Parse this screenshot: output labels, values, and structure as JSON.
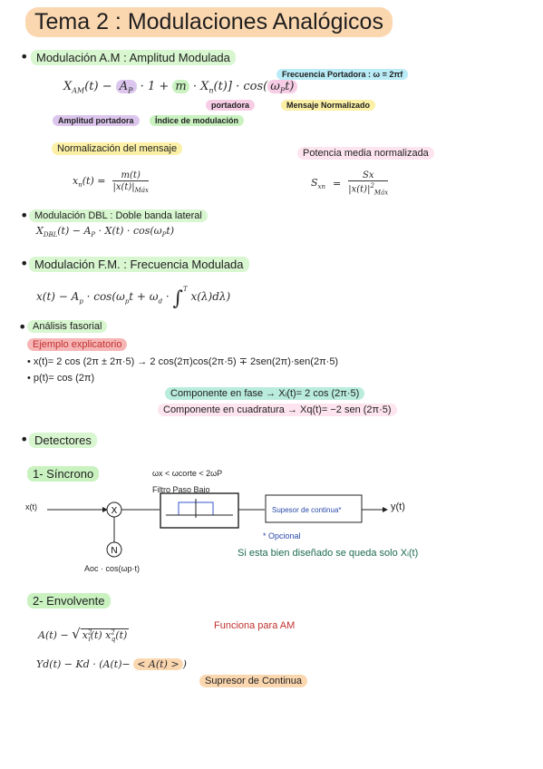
{
  "title": "Tema 2 : Modulaciones Analógicos",
  "am": {
    "heading": "Modulación A.M : Amplitud Modulada",
    "formula_a": "X",
    "formula_a_sub": "AM",
    "formula_b": "(t) − ",
    "formula_ap": "A",
    "formula_ap_sub": "P",
    "formula_c": " · 1 + ",
    "formula_m": "m",
    "formula_d": " · X",
    "formula_d_sub": "n",
    "formula_e": "(t)] · cos(",
    "formula_w": "ω",
    "formula_w_sub": "P",
    "formula_f": "t)",
    "carrier_freq_label": "Frecuencia Portadora : ω = 2πf",
    "portadora_label": "portadora",
    "mensaje_norm_label": "Mensaje Normalizado",
    "amplitud_label": "Amplitud portadora",
    "indice_label": "Índice de modulación",
    "normalizacion_label": "Normalización del mensaje",
    "norm_lhs": "x",
    "norm_lhs_sub": "n",
    "norm_lhs_tail": "(t) =",
    "norm_num": "m(t)",
    "norm_den": "|x(t)|",
    "norm_den_sub": "Máx",
    "potencia_label": "Potencia media normalizada",
    "pot_lhs": "S",
    "pot_lhs_sub": "xn",
    "pot_eq": "=",
    "pot_num": "Sx",
    "pot_den": "|x(t)|",
    "pot_den_sup": "2",
    "pot_den_sub": "Máx"
  },
  "dbl": {
    "heading": "Modulación DBL : Doble banda lateral",
    "formula_a": "X",
    "formula_a_sub": "DBL",
    "formula_b": "(t) − A",
    "formula_b_sub": "P",
    "formula_c": " · X(t) · cos(ω",
    "formula_c_sub": "P",
    "formula_d": "t)"
  },
  "fm": {
    "heading": "Modulación F.M. : Frecuencia Modulada",
    "formula_a": "x(t) − A",
    "formula_a_sub": "p",
    "formula_b": " · cos(ω",
    "formula_b_sub": "p",
    "formula_c": "t + ω",
    "formula_c_sub": "d",
    "formula_d": " · ",
    "integral": "∫",
    "integral_upper": "T",
    "formula_e": " x(λ)dλ)"
  },
  "fasorial": {
    "heading": "Análisis fasorial",
    "ejemplo": "Ejemplo explicatorio",
    "line1": "x(t)= 2 cos (2π ± 2π·5) → 2 cos(2π)cos(2π·5) ∓ 2sen(2π)·sen(2π·5)",
    "line2": "p(t)= cos (2π)",
    "fase": "Componente en fase → Xᵢ(t)= 2 cos (2π·5)",
    "cuadratura": "Componente en cuadratura → Xq(t)= −2 sen (2π·5)"
  },
  "detectores": {
    "heading": "Detectores",
    "sincrono": "1- Síncrono",
    "wx_label": "ωx < ωcorte < 2ωP",
    "filtro_label": "Filtro Paso Bajo",
    "x_input": "x(t)",
    "mult_symbol": "X",
    "osc_symbol": "N",
    "supresor_box": "Supesor de continua*",
    "y_output": "y(t)",
    "opcional": "* Opcional",
    "bien": "Si esta bien diseñado se queda solo Xᵢ(t)",
    "oscilador": "Aoc · cos(ωp·t)",
    "envolvente": "2- Envolvente",
    "env_a": "A(t) − ",
    "env_sqrt": "√",
    "env_b": "x",
    "env_b_sub": "i",
    "env_b_sup": "2",
    "env_c": "(t)   x",
    "env_c_sub": "q",
    "env_c_sup": "2",
    "env_d": "(t)",
    "funciona": "Funciona para AM",
    "yd_a": "Yd(t) − Kd · (A(t)− ",
    "yd_b": "< A(t) >",
    "yd_c": ")",
    "supresor": "Supresor de Continua"
  }
}
